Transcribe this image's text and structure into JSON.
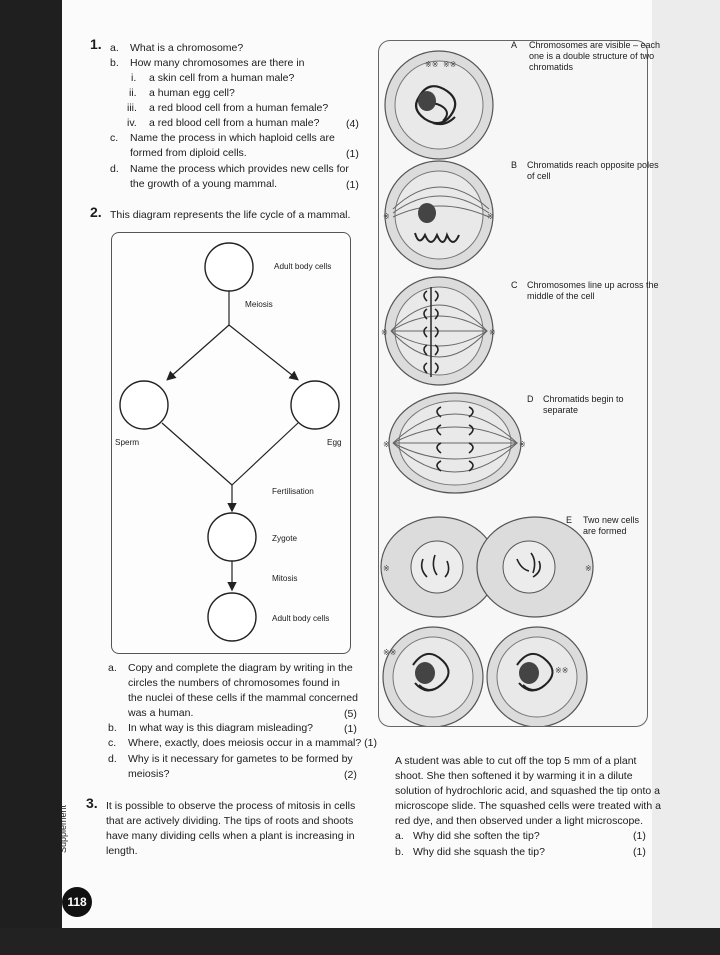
{
  "q1": {
    "num": "1.",
    "a_mark": "a.",
    "a_text": "What is a chromosome?",
    "b_mark": "b.",
    "b_text": "How many chromosomes are there in",
    "bi_mark": "i.",
    "bi_text": "a skin cell from a human male?",
    "bii_mark": "ii.",
    "bii_text": "a human egg cell?",
    "biii_mark": "iii.",
    "biii_text": "a red blood cell from a human female?",
    "biv_mark": "iv.",
    "biv_text": "a red blood cell from a human male?",
    "biv_score": "(4)",
    "c_mark": "c.",
    "c_text1": "Name the process in which haploid cells are",
    "c_text2": "formed from diploid cells.",
    "c_score": "(1)",
    "d_mark": "d.",
    "d_text1": "Name the process which provides new cells for",
    "d_text2": "the growth of a young mammal.",
    "d_score": "(1)"
  },
  "q2": {
    "num": "2.",
    "intro": "This diagram represents the life cycle of a mammal.",
    "diagram": {
      "adult_top": "Adult body cells",
      "meiosis": "Meiosis",
      "sperm": "Sperm",
      "egg": "Egg",
      "fertilisation": "Fertilisation",
      "zygote": "Zygote",
      "mitosis": "Mitosis",
      "adult_bottom": "Adult body cells"
    },
    "a_mark": "a.",
    "a_text1": "Copy and complete the diagram by writing in the",
    "a_text2": "circles the numbers of chromosomes found in",
    "a_text3": "the nuclei of these cells if the mammal concerned",
    "a_text4": "was a human.",
    "a_score": "(5)",
    "b_mark": "b.",
    "b_text": "In what way is this diagram misleading?",
    "b_score": "(1)",
    "c_mark": "c.",
    "c_text": "Where, exactly, does meiosis occur in a mammal? (1)",
    "d_mark": "d.",
    "d_text1": "Why is it necessary for gametes to be formed by",
    "d_text2": "meiosis?",
    "d_score": "(2)"
  },
  "q3": {
    "num": "3.",
    "text1": "It is possible to observe the process of mitosis in cells",
    "text2": "that are actively dividing. The tips of roots and shoots",
    "text3": "have many dividing cells when a plant is increasing in",
    "text4": "length.",
    "right1": "A student was able to cut off the top 5 mm of a plant",
    "right2": "shoot. She then softened it by warming it in a dilute",
    "right3": "solution of hydrochloric acid, and squashed the tip onto a",
    "right4": "microscope slide. The squashed cells were treated with a",
    "right5": "red dye, and then observed under a light microscope.",
    "a_mark": "a.",
    "a_text": "Why did she soften the tip?",
    "a_score": "(1)",
    "b_mark": "b.",
    "b_text": "Why did she squash the tip?",
    "b_score": "(1)"
  },
  "stages": {
    "A_letter": "A",
    "A_1": "Chromosomes are visible – each",
    "A_2": "one is a double structure of two",
    "A_3": "chromatids",
    "B_letter": "B",
    "B_1": "Chromatids reach opposite poles",
    "B_2": "of cell",
    "C_letter": "C",
    "C_1": "Chromosomes line up across the",
    "C_2": "middle of the cell",
    "D_letter": "D",
    "D_1": "Chromatids begin to",
    "D_2": "separate",
    "E_letter": "E",
    "E_1": "Two new cells",
    "E_2": "are formed"
  },
  "side_tab": "Supplement",
  "page_number": "118"
}
